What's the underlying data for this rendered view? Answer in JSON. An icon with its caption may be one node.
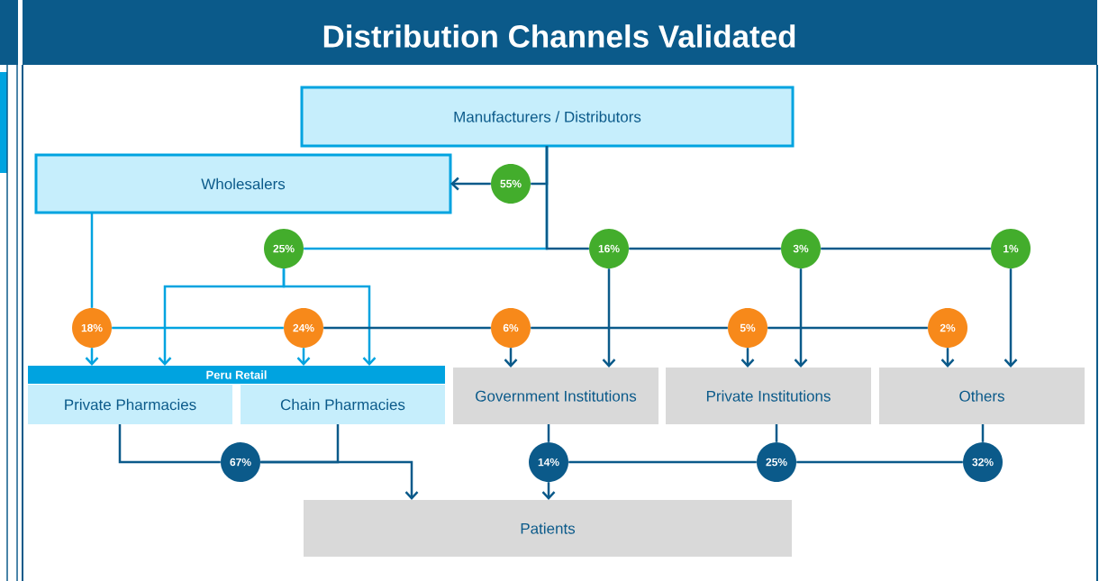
{
  "diagram": {
    "title": "Distribution Channels Validated",
    "nodes": [
      {
        "text": [
          "Manufacturers / Distributors"
        ]
      },
      {
        "text": [
          "Wholesalers"
        ]
      },
      {
        "text": [
          "Peru Retail"
        ]
      },
      {
        "text": [
          "Private Pharmacies"
        ]
      },
      {
        "text": [
          "Chain Pharmacies"
        ]
      },
      {
        "text": [
          "Government Institutions"
        ]
      },
      {
        "text": [
          "Private Institutions"
        ]
      },
      {
        "text": [
          "Others"
        ]
      },
      {
        "text": [
          "Patients"
        ]
      },
      {
        "text": [
          "55%"
        ]
      },
      {
        "text": [
          "25%"
        ]
      },
      {
        "text": [
          "16%"
        ]
      },
      {
        "text": [
          "3%"
        ]
      },
      {
        "text": [
          "1%"
        ]
      },
      {
        "text": [
          "18%"
        ]
      },
      {
        "text": [
          "24%"
        ]
      },
      {
        "text": [
          "6%"
        ]
      },
      {
        "text": [
          "5%"
        ]
      },
      {
        "text": [
          "2%"
        ]
      },
      {
        "text": [
          "67%"
        ]
      },
      {
        "text": [
          "14%"
        ]
      },
      {
        "text": [
          "25%"
        ]
      },
      {
        "text": [
          "32%"
        ]
      }
    ],
    "edges": [
      {
        "from": 0,
        "to": 9,
        "arrow": "none"
      },
      {
        "from": 9,
        "to": 1,
        "arrow": "to"
      },
      {
        "from": 0,
        "to": 10,
        "arrow": "none",
        "color": "#00a3e0"
      },
      {
        "from": 0,
        "to": 11,
        "arrow": "none"
      },
      {
        "from": 11,
        "to": 12,
        "arrow": "none"
      },
      {
        "from": 12,
        "to": 13,
        "arrow": "none"
      },
      {
        "from": 11,
        "to": 5,
        "arrow": "to"
      },
      {
        "from": 12,
        "to": 6,
        "arrow": "to"
      },
      {
        "from": 13,
        "to": 7,
        "arrow": "to"
      },
      {
        "from": 10,
        "to": 2,
        "arrow": "to",
        "color": "#00a3e0"
      },
      {
        "from": 10,
        "to": 2,
        "arrow": "to",
        "color": "#00a3e0"
      },
      {
        "from": 1,
        "to": 14,
        "arrow": "none",
        "color": "#00a3e0"
      },
      {
        "from": 14,
        "to": 2,
        "arrow": "to",
        "color": "#00a3e0"
      },
      {
        "from": 14,
        "to": 15,
        "arrow": "none",
        "color": "#00a3e0"
      },
      {
        "from": 15,
        "to": 2,
        "arrow": "to",
        "color": "#00a3e0"
      },
      {
        "from": 15,
        "to": 16,
        "arrow": "none"
      },
      {
        "from": 16,
        "to": 5,
        "arrow": "to"
      },
      {
        "from": 16,
        "to": 17,
        "arrow": "none"
      },
      {
        "from": 17,
        "to": 6,
        "arrow": "to"
      },
      {
        "from": 17,
        "to": 18,
        "arrow": "none"
      },
      {
        "from": 18,
        "to": 7,
        "arrow": "to"
      },
      {
        "from": 3,
        "to": 19,
        "arrow": "none"
      },
      {
        "from": 4,
        "to": 19,
        "arrow": "none"
      },
      {
        "from": 19,
        "to": 8,
        "arrow": "to"
      },
      {
        "from": 5,
        "to": 20,
        "arrow": "none"
      },
      {
        "from": 20,
        "to": 8,
        "arrow": "to"
      },
      {
        "from": 6,
        "to": 21,
        "arrow": "none"
      },
      {
        "from": 21,
        "to": 20,
        "arrow": "none"
      },
      {
        "from": 7,
        "to": 22,
        "arrow": "none"
      },
      {
        "from": 22,
        "to": 21,
        "arrow": "none"
      }
    ]
  }
}
